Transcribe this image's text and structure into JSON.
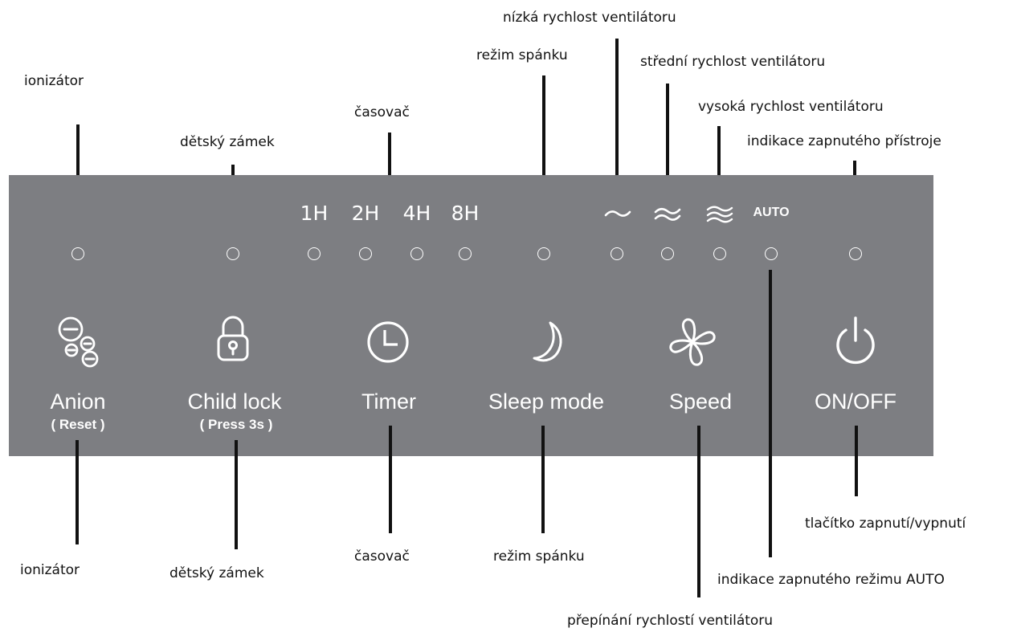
{
  "top_callouts": {
    "ionizer": "ionizátor",
    "child_lock": "dětský zámek",
    "timer": "časovač",
    "sleep": "režim spánku",
    "fan_low": "nízká rychlost ventilátoru",
    "fan_mid": "střední rychlost ventilátoru",
    "fan_high": "vysoká rychlost ventilátoru",
    "power_indicator": "indikace zapnutého přístroje"
  },
  "bottom_callouts": {
    "ionizer": "ionizátor",
    "child_lock": "dětský zámek",
    "timer": "časovač",
    "sleep": "režim spánku",
    "speed_switch": "přepínání rychlostí ventilátoru",
    "auto_indicator": "indikace zapnutého režimu AUTO",
    "power_button": "tlačítko zapnutí/vypnutí"
  },
  "panel": {
    "color": "#7d7e82",
    "timer_labels": [
      "1H",
      "2H",
      "4H",
      "8H"
    ],
    "auto_label": "AUTO",
    "buttons": [
      {
        "label": "Anion",
        "sub": "( Reset )",
        "icon": "anion-icon"
      },
      {
        "label": "Child lock",
        "sub": "( Press 3s )",
        "icon": "padlock-icon"
      },
      {
        "label": "Timer",
        "icon": "clock-icon"
      },
      {
        "label": "Sleep mode",
        "icon": "moon-icon"
      },
      {
        "label": "Speed",
        "icon": "fan-icon"
      },
      {
        "label": "ON/OFF",
        "icon": "power-icon"
      }
    ]
  }
}
